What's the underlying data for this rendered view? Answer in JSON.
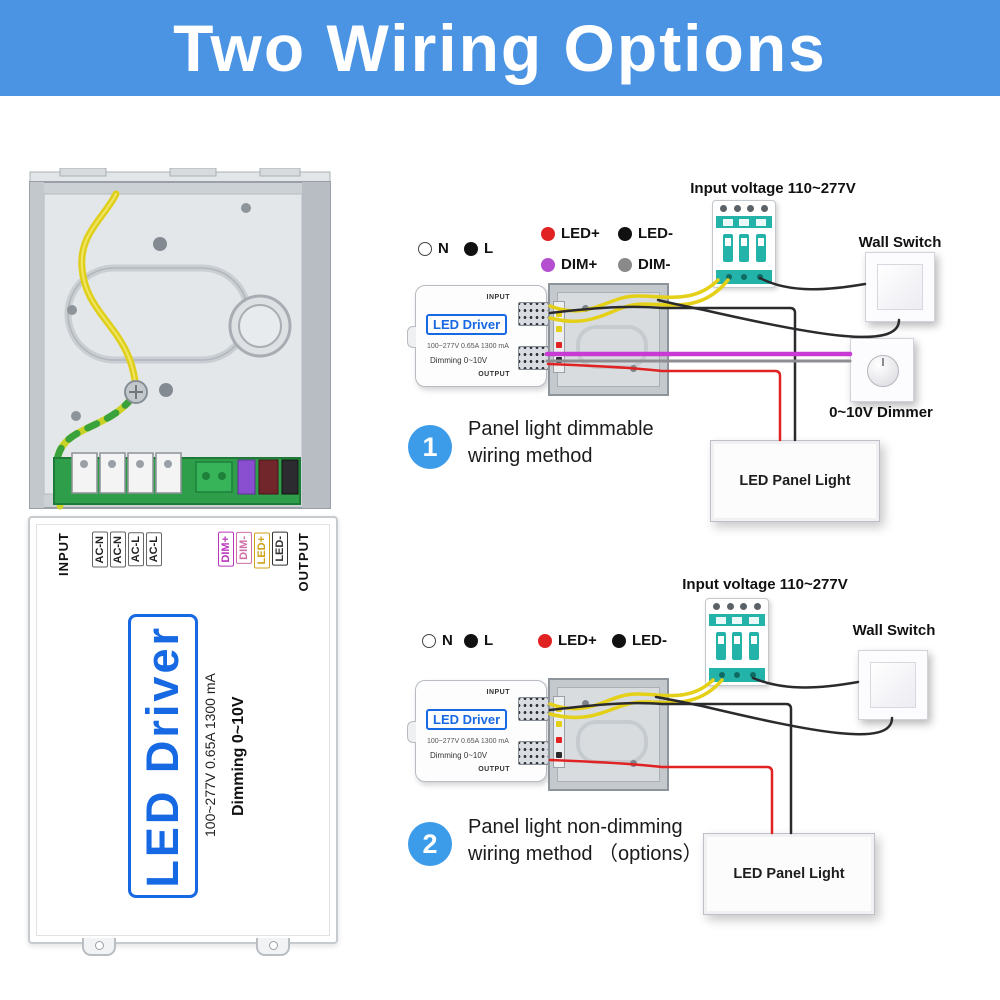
{
  "banner": {
    "title": "Two Wiring Options"
  },
  "colors": {
    "banner_blue": "#4b94e4",
    "badge_blue": "#3d9ce9",
    "driver_blue": "#1668e3",
    "breaker_teal": "#23b3a9",
    "pcb_green": "#2f9e4b",
    "wire_yellow": "#e4d016",
    "wire_red": "#e02222",
    "wire_black": "#2b2b2e",
    "wire_magenta": "#c73bd4",
    "wire_gray": "#8e8e92"
  },
  "driver_label": {
    "input_label": "INPUT",
    "output_label": "OUTPUT",
    "input_terminals": [
      {
        "label": "AC-N"
      },
      {
        "label": "AC-N"
      },
      {
        "label": "AC-L"
      },
      {
        "label": "AC-L"
      }
    ],
    "output_terminals": [
      {
        "label": "DIM+",
        "color": "#bb35bb"
      },
      {
        "label": "DIM-",
        "color": "#cf6fa8"
      },
      {
        "label": "LED+",
        "color": "#cfa21a"
      },
      {
        "label": "LED-",
        "color": "#333333"
      }
    ],
    "product_name": "LED Driver",
    "specs": "100~277V 0.65A 1300 mA",
    "dimming": "Dimming 0~10V"
  },
  "mini_driver": {
    "name": "LED Driver",
    "specs": "100~277V 0.65A 1300 mA",
    "dimming": "Dimming 0~10V",
    "input": "INPUT",
    "output": "OUTPUT"
  },
  "diagram1": {
    "badge": "1",
    "caption_line1": "Panel light dimmable",
    "caption_line2": "wiring method",
    "input_voltage": "Input voltage 110~277V",
    "wall_switch": "Wall Switch",
    "dimmer": "0~10V Dimmer",
    "panel_light": "LED Panel Light",
    "legend": [
      {
        "label": "N",
        "color": "#ffffff"
      },
      {
        "label": "L",
        "color": "#111111"
      },
      {
        "label": "LED+",
        "color": "#e02222"
      },
      {
        "label": "LED-",
        "color": "#111111"
      },
      {
        "label": "DIM+",
        "color": "#b44fd0"
      },
      {
        "label": "DIM-",
        "color": "#8a8a8a"
      }
    ]
  },
  "diagram2": {
    "badge": "2",
    "caption_line1": "Panel light non-dimming",
    "caption_line2": "wiring method （options）",
    "input_voltage": "Input voltage 110~277V",
    "wall_switch": "Wall Switch",
    "panel_light": "LED Panel Light",
    "legend": [
      {
        "label": "N",
        "color": "#ffffff"
      },
      {
        "label": "L",
        "color": "#111111"
      },
      {
        "label": "LED+",
        "color": "#e02222"
      },
      {
        "label": "LED-",
        "color": "#111111"
      }
    ]
  }
}
